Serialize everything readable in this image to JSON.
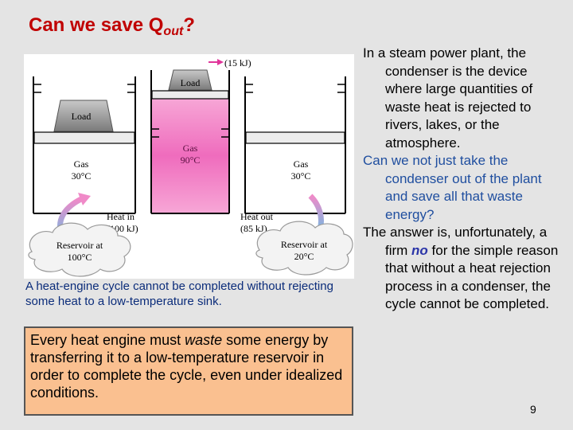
{
  "title": {
    "main": "Can we save Q",
    "subscript": "out",
    "suffix": "?"
  },
  "figure": {
    "work_label": "(15 kJ)",
    "load_label": "Load",
    "gas_left": {
      "name": "Gas",
      "temp": "30°C"
    },
    "gas_middle": {
      "name": "Gas",
      "temp": "90°C"
    },
    "gas_right": {
      "name": "Gas",
      "temp": "30°C"
    },
    "heat_in": {
      "line1": "Heat in",
      "line2": "(100 kJ)"
    },
    "heat_out": {
      "line1": "Heat out",
      "line2": "(85 kJ)"
    },
    "reservoir_left": {
      "line1": "Reservoir at",
      "line2": "100°C"
    },
    "reservoir_right": {
      "line1": "Reservoir at",
      "line2": "20°C"
    },
    "caption": "A heat-engine cycle cannot be completed without rejecting some heat to a low-temperature sink."
  },
  "box": {
    "text_before": "Every heat engine must ",
    "text_emphasis": "waste",
    "text_after": " some energy by transferring it to a low-temperature reservoir in order to complete the cycle, even under idealized conditions."
  },
  "right": {
    "p1": "In a steam power plant, the condenser is the device where large quantities of waste heat is rejected to rivers, lakes, or the atmosphere.",
    "p2": "Can we not just take the condenser out of the plant and save all that waste energy?",
    "p3_before": "The answer is, unfortunately, a firm ",
    "p3_emphasis": "no",
    "p3_after": " for the simple reason that without a heat rejection process in a condenser, the cycle cannot be completed."
  },
  "page_number": "9",
  "colors": {
    "title": "#c00000",
    "caption": "#0b2c7a",
    "box_fill": "#fac090",
    "gas_hot": "#f27fc4",
    "background": "#e4e4e4"
  }
}
